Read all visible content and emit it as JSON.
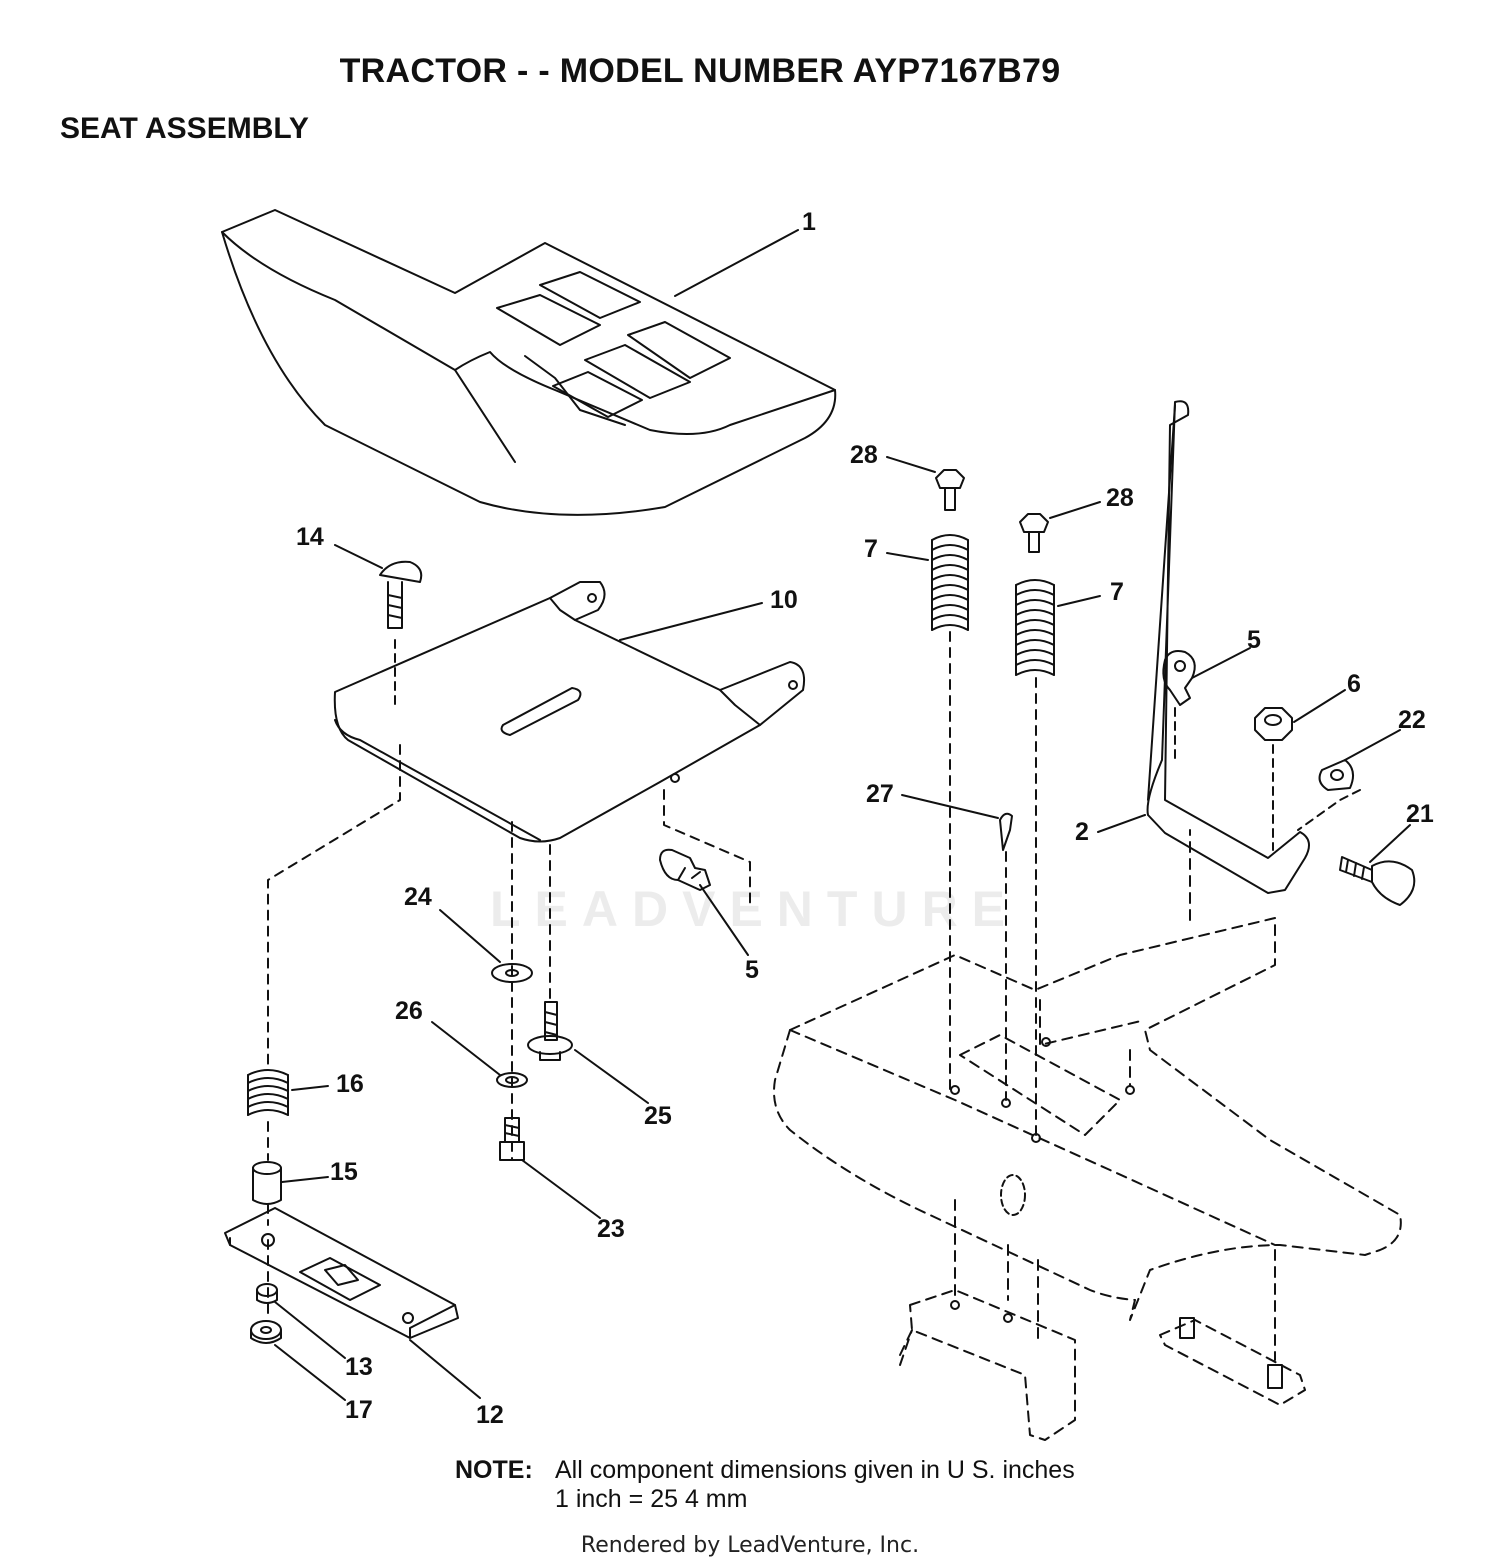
{
  "header": {
    "title": "TRACTOR - - MODEL NUMBER AYP7167B79",
    "subtitle": "SEAT ASSEMBLY"
  },
  "callouts": {
    "c1": "1",
    "c2": "2",
    "c5a": "5",
    "c5b": "5",
    "c6": "6",
    "c7a": "7",
    "c7b": "7",
    "c10": "10",
    "c12": "12",
    "c13": "13",
    "c14": "14",
    "c15": "15",
    "c16": "16",
    "c17": "17",
    "c21": "21",
    "c22": "22",
    "c23": "23",
    "c24": "24",
    "c25": "25",
    "c26": "26",
    "c27": "27",
    "c28a": "28",
    "c28b": "28"
  },
  "note": {
    "label": "NOTE:",
    "line1": "All component dimensions given in U S. inches",
    "line2": "1 inch = 25 4 mm"
  },
  "footer": {
    "rendered_by": "Rendered by LeadVenture, Inc."
  },
  "watermark": "LEADVENTURE"
}
